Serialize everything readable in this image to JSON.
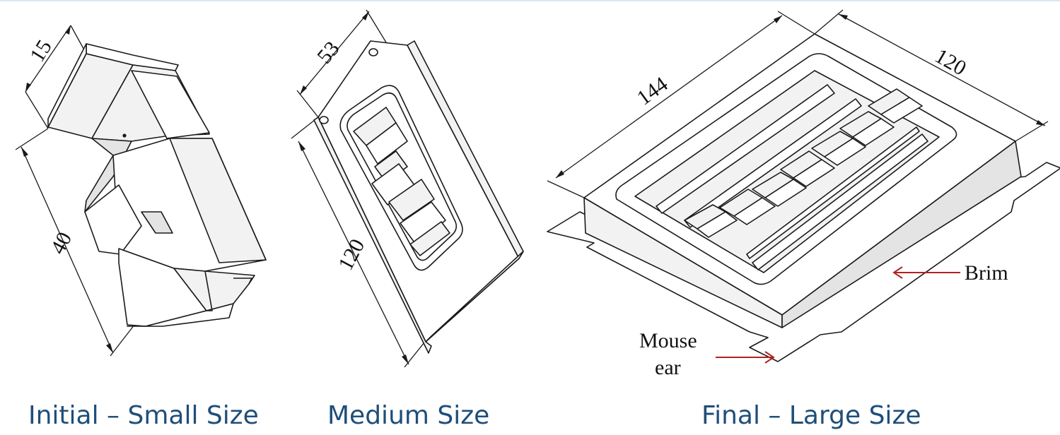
{
  "figures": [
    {
      "caption": "Initial – Small Size",
      "dims": {
        "width": "15",
        "length": "40"
      }
    },
    {
      "caption": "Medium Size",
      "dims": {
        "width": "53",
        "length": "120"
      }
    },
    {
      "caption": "Final – Large Size",
      "dims": {
        "length": "144",
        "width": "120"
      },
      "labels": {
        "brim": "Brim",
        "mouse_ear_line1": "Mouse",
        "mouse_ear_line2": "ear"
      }
    }
  ],
  "colors": {
    "caption": "#1f4e79",
    "arrow": "#b22222",
    "line": "#1a1a1a"
  }
}
